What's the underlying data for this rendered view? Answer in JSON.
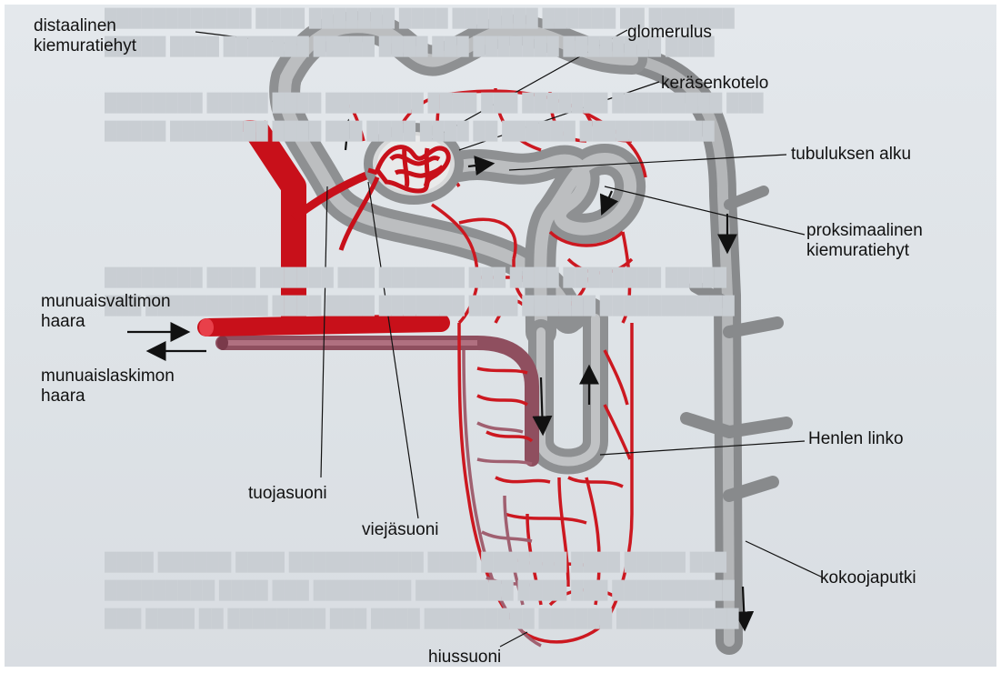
{
  "labels": {
    "distal_line1": "distaalinen",
    "distal_line2": "kiemuratiehyt",
    "glomerulus": "glomerulus",
    "capsule": "keräsenkotelo",
    "tubule_start": "tubuluksen alku",
    "proximal_line1": "proksimaalinen",
    "proximal_line2": "kiemuratiehyt",
    "artery_line1": "munuaisvaltimon",
    "artery_line2": "haara",
    "vein_line1": "munuaislaskimon",
    "vein_line2": "haara",
    "henle": "Henlen linko",
    "afferent": "tuojasuoni",
    "efferent": "viejäsuoni",
    "collecting_duct": "kokoojaputki",
    "capillary": "hiussuoni"
  },
  "colors": {
    "tubule": "#9a9a9c",
    "tubule_light": "#c4c4c6",
    "artery": "#d0101a",
    "vein": "#9a5a6a",
    "capillary": "#cc1820",
    "text": "#111111"
  }
}
